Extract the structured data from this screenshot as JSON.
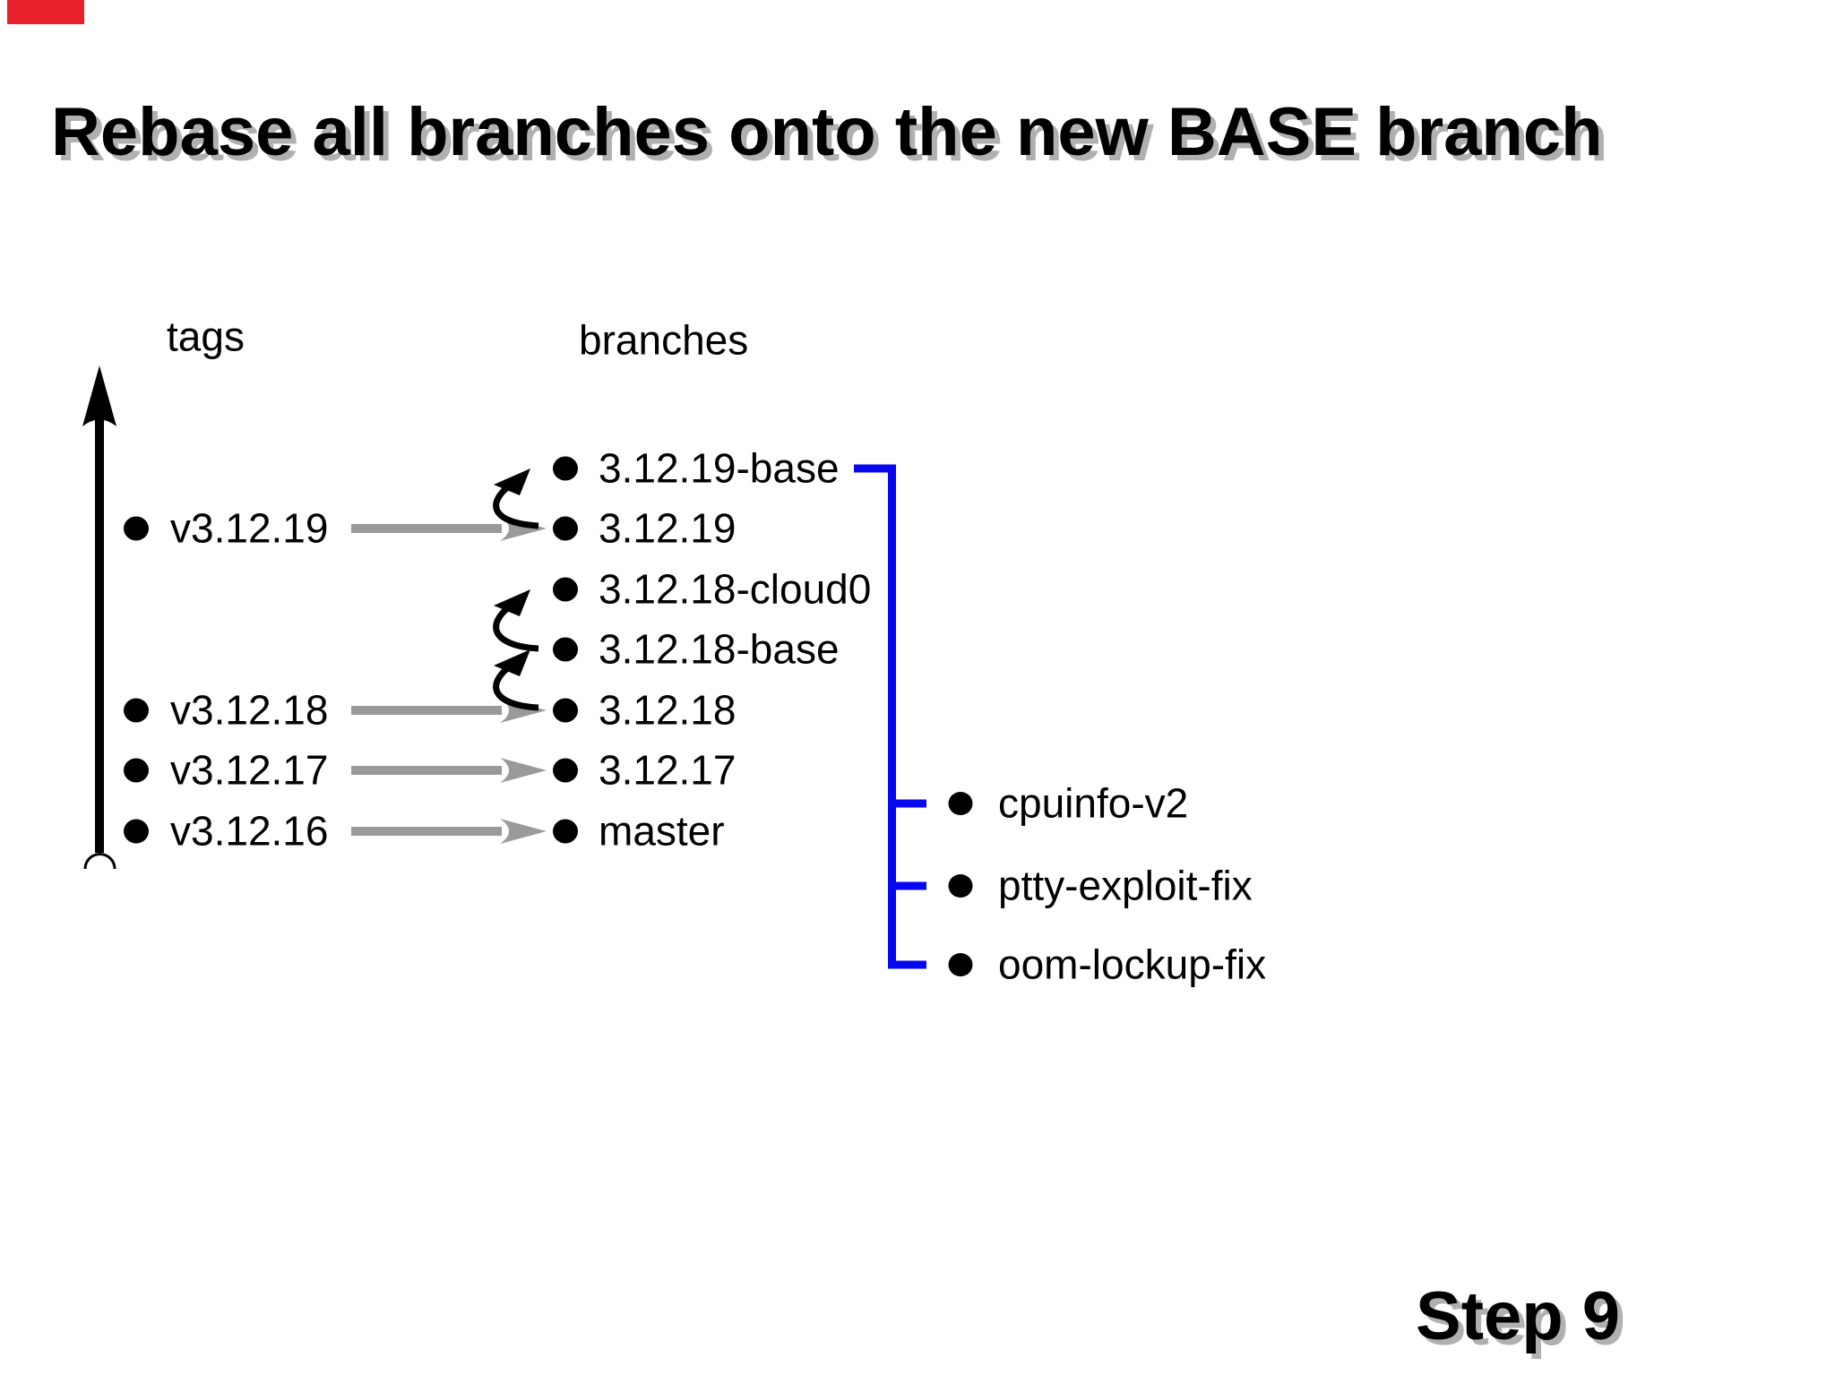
{
  "title": "Rebase all branches onto the new BASE branch",
  "step_label": "Step 9",
  "colors": {
    "bracket_blue": "#0808f0",
    "arrow_gray": "#9a9a9a",
    "marker_red": "#e8202a",
    "title_shadow": "#b0b0b0"
  },
  "diagram": {
    "tags_header": "tags",
    "branches_header": "branches",
    "tags": [
      {
        "label": "v3.12.19"
      },
      {
        "label": "v3.12.18"
      },
      {
        "label": "v3.12.17"
      },
      {
        "label": "v3.12.16"
      }
    ],
    "branches": [
      {
        "label": "3.12.19-base"
      },
      {
        "label": "3.12.19"
      },
      {
        "label": "3.12.18-cloud0"
      },
      {
        "label": "3.12.18-base"
      },
      {
        "label": "3.12.18"
      },
      {
        "label": "3.12.17"
      },
      {
        "label": "master"
      }
    ],
    "rebased_branches": [
      {
        "label": "cpuinfo-v2"
      },
      {
        "label": "ptty-exploit-fix"
      },
      {
        "label": "oom-lockup-fix"
      }
    ]
  }
}
